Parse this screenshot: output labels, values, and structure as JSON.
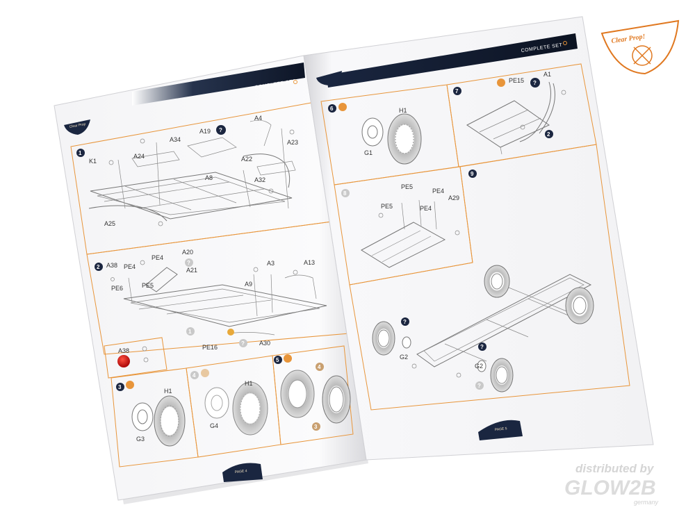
{
  "header": {
    "left_title": "COMPLETE SET",
    "right_title": "COMPLETE SET"
  },
  "footer": {
    "left_page": "PAGE 4",
    "right_page": "PAGE 5"
  },
  "logo": {
    "text": "Clear Prop!"
  },
  "watermark": {
    "line1": "distributed by",
    "line2": "GLOW2B",
    "line3": "germany"
  },
  "steps": {
    "s1": {
      "num": "1",
      "labels": [
        "K1",
        "A24",
        "A34",
        "A19",
        "A8",
        "A4",
        "A23",
        "A22",
        "A32",
        "A25"
      ]
    },
    "s2": {
      "num": "2",
      "labels": [
        "A38",
        "PE4",
        "PE4",
        "A20",
        "A21",
        "PE5",
        "PE6",
        "A3",
        "A13",
        "A9",
        "PE16",
        "A30",
        "1"
      ]
    },
    "s2b": {
      "labels": [
        "A38"
      ]
    },
    "s3": {
      "num": "3",
      "labels": [
        "H1",
        "G3"
      ]
    },
    "s4": {
      "num": "4",
      "labels": [
        "H1",
        "G4"
      ]
    },
    "s5": {
      "num": "5",
      "labels": [
        "4",
        "3"
      ]
    },
    "s6": {
      "num": "6",
      "labels": [
        "H1",
        "G1"
      ]
    },
    "s7": {
      "num": "7",
      "labels": [
        "PE15",
        "A1",
        "2"
      ]
    },
    "s8": {
      "num": "8",
      "labels": [
        "PE5",
        "PE5",
        "PE4",
        "PE4",
        "A29"
      ]
    },
    "s9": {
      "num": "9",
      "labels": [
        "G2",
        "G2"
      ]
    }
  },
  "colors": {
    "accent": "#e8953a",
    "navy": "#152033",
    "red": "#d01818"
  }
}
